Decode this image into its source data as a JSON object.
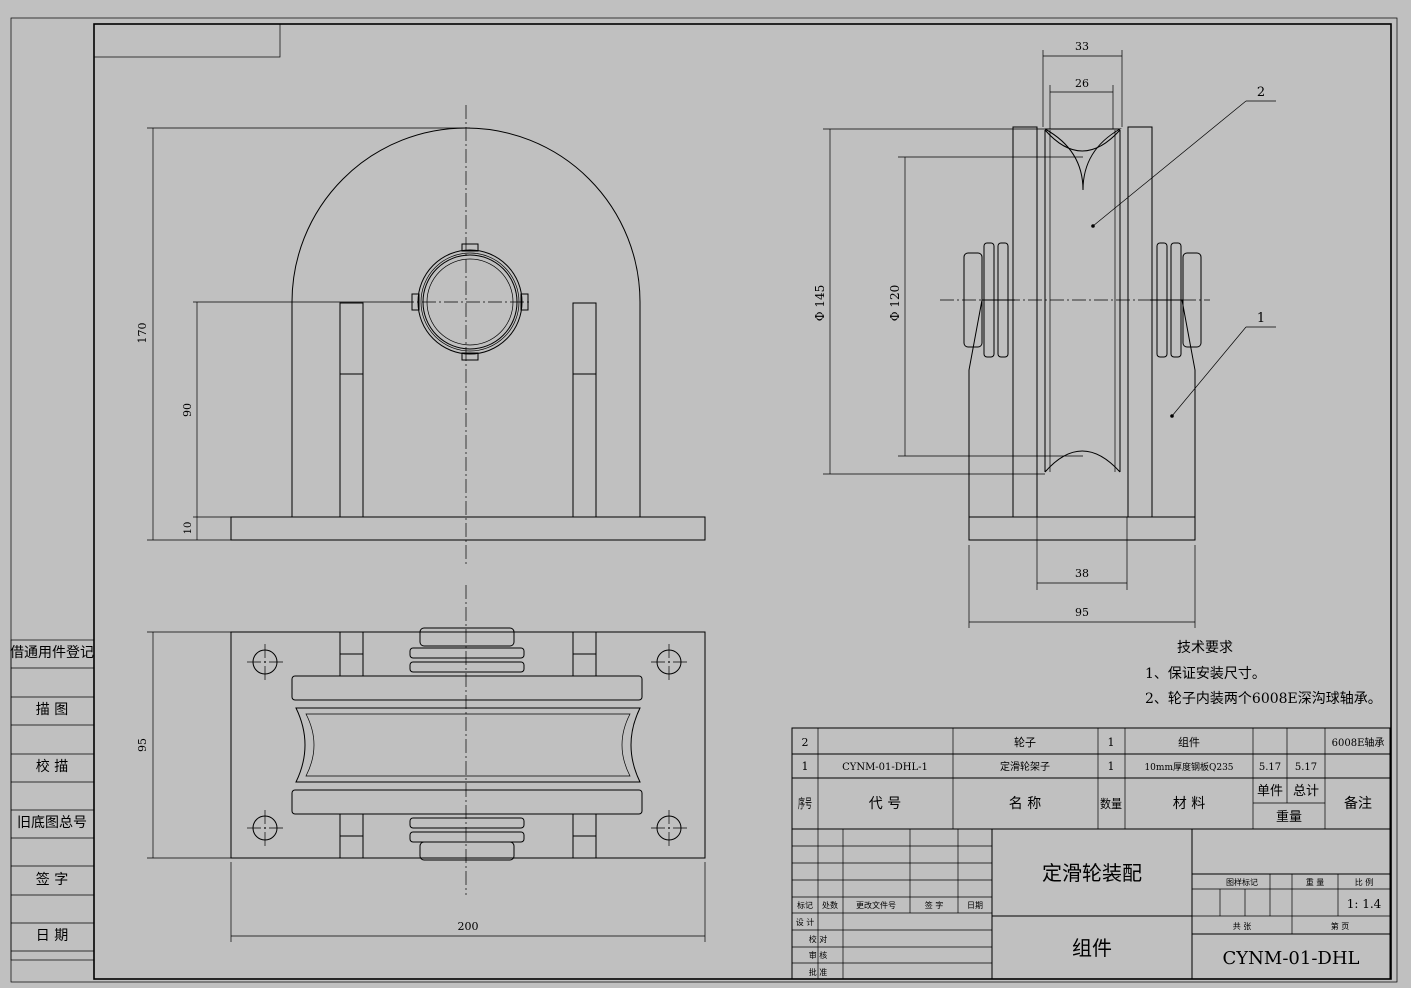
{
  "side_panel": {
    "rows": [
      "借通用件登记",
      "描 图",
      "校 描",
      "旧底图总号",
      "签 字",
      "日 期"
    ]
  },
  "dimensions": {
    "front_height": "170",
    "front_axis_height": "90",
    "front_base_thk": "10",
    "top_width": "200",
    "top_depth": "95",
    "side_flange": "33",
    "side_groove": "26",
    "side_dia_outer": "Φ 145",
    "side_dia_inner": "Φ 120",
    "side_wheel": "38",
    "side_width": "95"
  },
  "balloons": [
    "2",
    "1"
  ],
  "tech": {
    "title": "技术要求",
    "items": [
      "1、保证安装尺寸。",
      "2、轮子内装两个6008E深沟球轴承。"
    ]
  },
  "bom": {
    "rows": [
      {
        "no": "2",
        "code": "",
        "name": "轮子",
        "qty": "1",
        "material": "组件",
        "unit": "",
        "total": "",
        "note": "6008E轴承"
      },
      {
        "no": "1",
        "code": "CYNM-01-DHL-1",
        "name": "定滑轮架子",
        "qty": "1",
        "material": "10mm厚度钢板Q235",
        "unit": "5.17",
        "total": "5.17",
        "note": ""
      }
    ],
    "header": {
      "no": "序号",
      "code": "代 号",
      "name": "名 称",
      "qty": "数量",
      "material": "材 料",
      "unit": "单件",
      "total": "总计",
      "weight": "重量",
      "note": "备注"
    }
  },
  "title_block": {
    "name": "定滑轮装配",
    "type": "组件",
    "drawing_no": "CYNM-01-DHL",
    "scale": "1: 1.4",
    "labels": {
      "mark": "标记",
      "count": "处数",
      "change_doc": "更改文件号",
      "sign": "签 字",
      "date": "日期",
      "design": "设 计",
      "check": "校 对",
      "review": "审 核",
      "approve": "批 准",
      "stage": "图样标记",
      "weight": "重 量",
      "ratio": "比 例",
      "sheets": "共 张",
      "sheet": "第 页"
    }
  }
}
